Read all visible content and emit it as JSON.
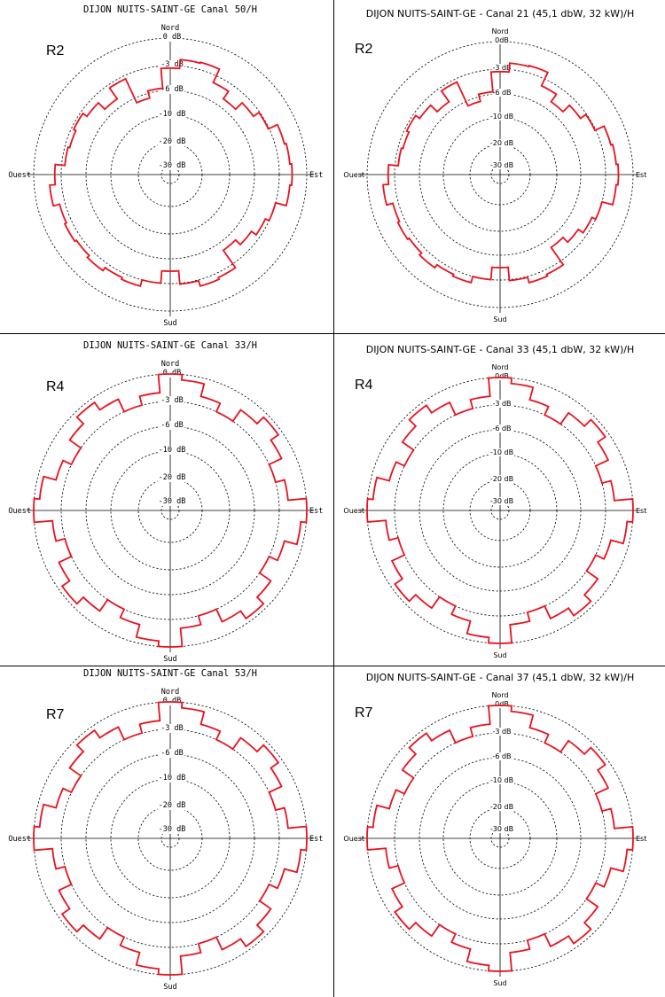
{
  "colors": {
    "pattern": "#e8121e",
    "grid": "#000000",
    "axes": "#000000",
    "background": "#ffffff"
  },
  "common": {
    "north": "Nord",
    "south": "Sud",
    "east": "Est",
    "west": "Ouest",
    "ring_labels_mono": [
      "0 dB",
      "-3 dB",
      "-6 dB",
      "-10 dB",
      "-20 dB",
      "-30 dB"
    ],
    "ring_labels_sans": [
      "0dB",
      "-3 dB",
      "-6 dB",
      "-10 dB",
      "-20 dB",
      "-30 dB"
    ]
  },
  "chart_data": [
    {
      "type": "polar",
      "panel": "left",
      "row": 0,
      "tag": "R2",
      "title": "DIJON NUITS-SAINT-GE Canal 50/H",
      "rings_db": [
        0,
        -3,
        -6,
        -10,
        -20,
        -30
      ],
      "series": [
        {
          "values": [
            -3.3,
            -2.3,
            -2.2,
            -3.9,
            -5.0,
            -3.9,
            -3.1,
            -2.0,
            -1.8,
            -1.6,
            -1.8,
            -3.0,
            -3.5,
            -4.2,
            -5.0,
            -2.5,
            -2.3,
            -2.9,
            -4.5,
            -3.0,
            -2.3,
            -2.5,
            -2.1,
            -2.4,
            -2.2,
            -2.4,
            -1.7,
            -2.3,
            -3.4,
            -3.6,
            -3.3,
            -3.9,
            -5.0,
            -3.4,
            -6.8,
            -5.7
          ]
        }
      ]
    },
    {
      "type": "polar",
      "panel": "right",
      "row": 0,
      "tag": "R2",
      "title": "DIJON NUITS-SAINT-GE - Canal 21 (45,1 dbW, 32 kW)/H",
      "rings_db": [
        0,
        -3,
        -6,
        -10,
        -20,
        -30
      ],
      "series": [
        {
          "values": [
            -3.3,
            -2.3,
            -2.2,
            -3.9,
            -5.0,
            -3.9,
            -3.1,
            -2.0,
            -1.8,
            -1.6,
            -1.8,
            -3.0,
            -3.5,
            -4.2,
            -5.0,
            -2.5,
            -2.3,
            -2.9,
            -4.5,
            -3.0,
            -2.3,
            -2.5,
            -2.1,
            -2.4,
            -2.2,
            -2.4,
            -1.7,
            -2.3,
            -3.4,
            -3.6,
            -3.3,
            -3.9,
            -5.0,
            -3.4,
            -6.8,
            -5.7
          ]
        }
      ]
    },
    {
      "type": "polar",
      "panel": "left",
      "row": 1,
      "tag": "R4",
      "title": "DIJON NUITS-SAINT-GE Canal 33/H",
      "rings_db": [
        0,
        -3,
        -6,
        -10,
        -20,
        -30
      ],
      "series": [
        {
          "values": [
            0,
            -0.6,
            -2.0,
            -3.0,
            -1.5,
            -0.5,
            -1.5,
            -3.0,
            -2.0,
            0,
            -0.6,
            -2.0,
            -3.0,
            -1.5,
            -0.5,
            -1.5,
            -3.0,
            -2.0,
            0,
            -0.6,
            -2.0,
            -3.0,
            -1.5,
            -0.5,
            -1.5,
            -3.0,
            -2.0,
            0,
            -0.6,
            -2.0,
            -3.0,
            -1.5,
            -0.5,
            -1.5,
            -3.0,
            -2.0
          ]
        }
      ]
    },
    {
      "type": "polar",
      "panel": "right",
      "row": 1,
      "tag": "R4",
      "title": "DIJON NUITS-SAINT-GE - Canal 33 (45,1 dbW, 32 kW)/H",
      "rings_db": [
        0,
        -3,
        -6,
        -10,
        -20,
        -30
      ],
      "series": [
        {
          "values": [
            0,
            -0.6,
            -2.0,
            -3.0,
            -1.5,
            -0.5,
            -1.5,
            -3.0,
            -2.0,
            0,
            -0.6,
            -2.0,
            -3.0,
            -1.5,
            -0.5,
            -1.5,
            -3.0,
            -2.0,
            0,
            -0.6,
            -2.0,
            -3.0,
            -1.5,
            -0.5,
            -1.5,
            -3.0,
            -2.0,
            0,
            -0.6,
            -2.0,
            -3.0,
            -1.5,
            -0.5,
            -1.5,
            -3.0,
            -2.0
          ]
        }
      ]
    },
    {
      "type": "polar",
      "panel": "left",
      "row": 2,
      "tag": "R7",
      "title": "DIJON NUITS-SAINT-GE Canal 53/H",
      "rings_db": [
        0,
        -3,
        -6,
        -10,
        -20,
        -30
      ],
      "series": [
        {
          "values": [
            0,
            -0.6,
            -2.0,
            -3.0,
            -1.5,
            -0.5,
            -1.5,
            -3.0,
            -2.0,
            0,
            -0.6,
            -2.0,
            -3.0,
            -1.5,
            -0.5,
            -1.5,
            -3.0,
            -2.0,
            0,
            -0.6,
            -2.0,
            -3.0,
            -1.5,
            -0.5,
            -1.5,
            -3.0,
            -2.0,
            0,
            -0.6,
            -2.0,
            -3.0,
            -1.5,
            -0.5,
            -1.5,
            -3.0,
            -2.0
          ]
        }
      ]
    },
    {
      "type": "polar",
      "panel": "right",
      "row": 2,
      "tag": "R7",
      "title": "DIJON NUITS-SAINT-GE - Canal 37 (45,1 dbW, 32 kW)/H",
      "rings_db": [
        0,
        -3,
        -6,
        -10,
        -20,
        -30
      ],
      "series": [
        {
          "values": [
            0,
            -0.6,
            -2.0,
            -3.0,
            -1.5,
            -0.5,
            -1.5,
            -3.0,
            -2.0,
            0,
            -0.6,
            -2.0,
            -3.0,
            -1.5,
            -0.5,
            -1.5,
            -3.0,
            -2.0,
            0,
            -0.6,
            -2.0,
            -3.0,
            -1.5,
            -0.5,
            -1.5,
            -3.0,
            -2.0,
            0,
            -0.6,
            -2.0,
            -3.0,
            -1.5,
            -0.5,
            -1.5,
            -3.0,
            -2.0
          ]
        }
      ]
    }
  ]
}
